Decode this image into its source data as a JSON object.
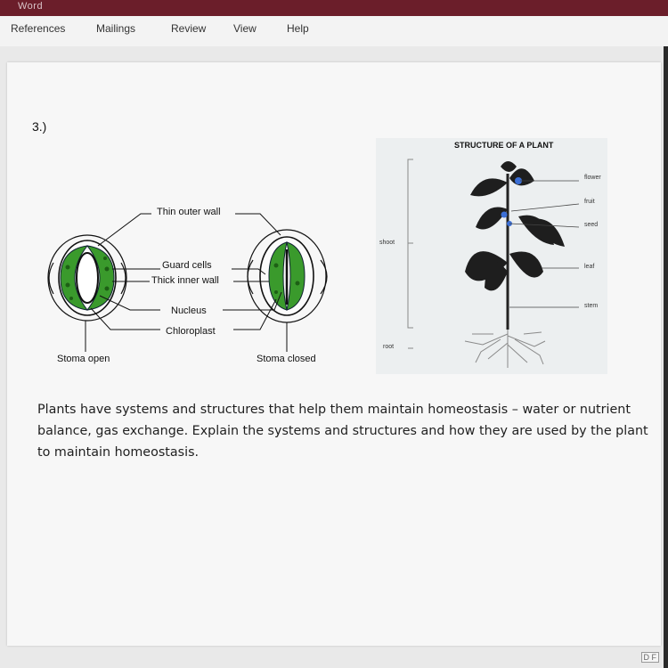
{
  "window": {
    "title_fragment": "Word"
  },
  "ribbon": {
    "tabs": [
      "References",
      "Mailings",
      "Review",
      "View",
      "Help"
    ]
  },
  "document": {
    "question_number": "3.)",
    "stoma_diagram": {
      "labels": {
        "thin_outer_wall": "Thin outer wall",
        "guard_cells": "Guard cells",
        "thick_inner_wall": "Thick inner wall",
        "nucleus": "Nucleus",
        "chloroplast": "Chloroplast",
        "stoma_open": "Stoma open",
        "stoma_closed": "Stoma closed"
      },
      "colors": {
        "guard_cell": "#3a9a2c",
        "chloroplast": "#1d5f15"
      }
    },
    "plant_diagram": {
      "title": "STRUCTURE OF A PLANT",
      "parts_right": [
        "flower",
        "fruit",
        "seed",
        "leaf",
        "stem"
      ],
      "parts_left": [
        "shoot",
        "root"
      ],
      "colors": {
        "leaf": "#222",
        "flower": "#3b6fd6"
      }
    },
    "paragraph": "Plants have systems and structures that help them maintain homeostasis – water or nutrient balance, gas exchange. Explain the systems and structures and how they are used by the plant to maintain homeostasis."
  },
  "status": {
    "corner_icon": "D F"
  }
}
